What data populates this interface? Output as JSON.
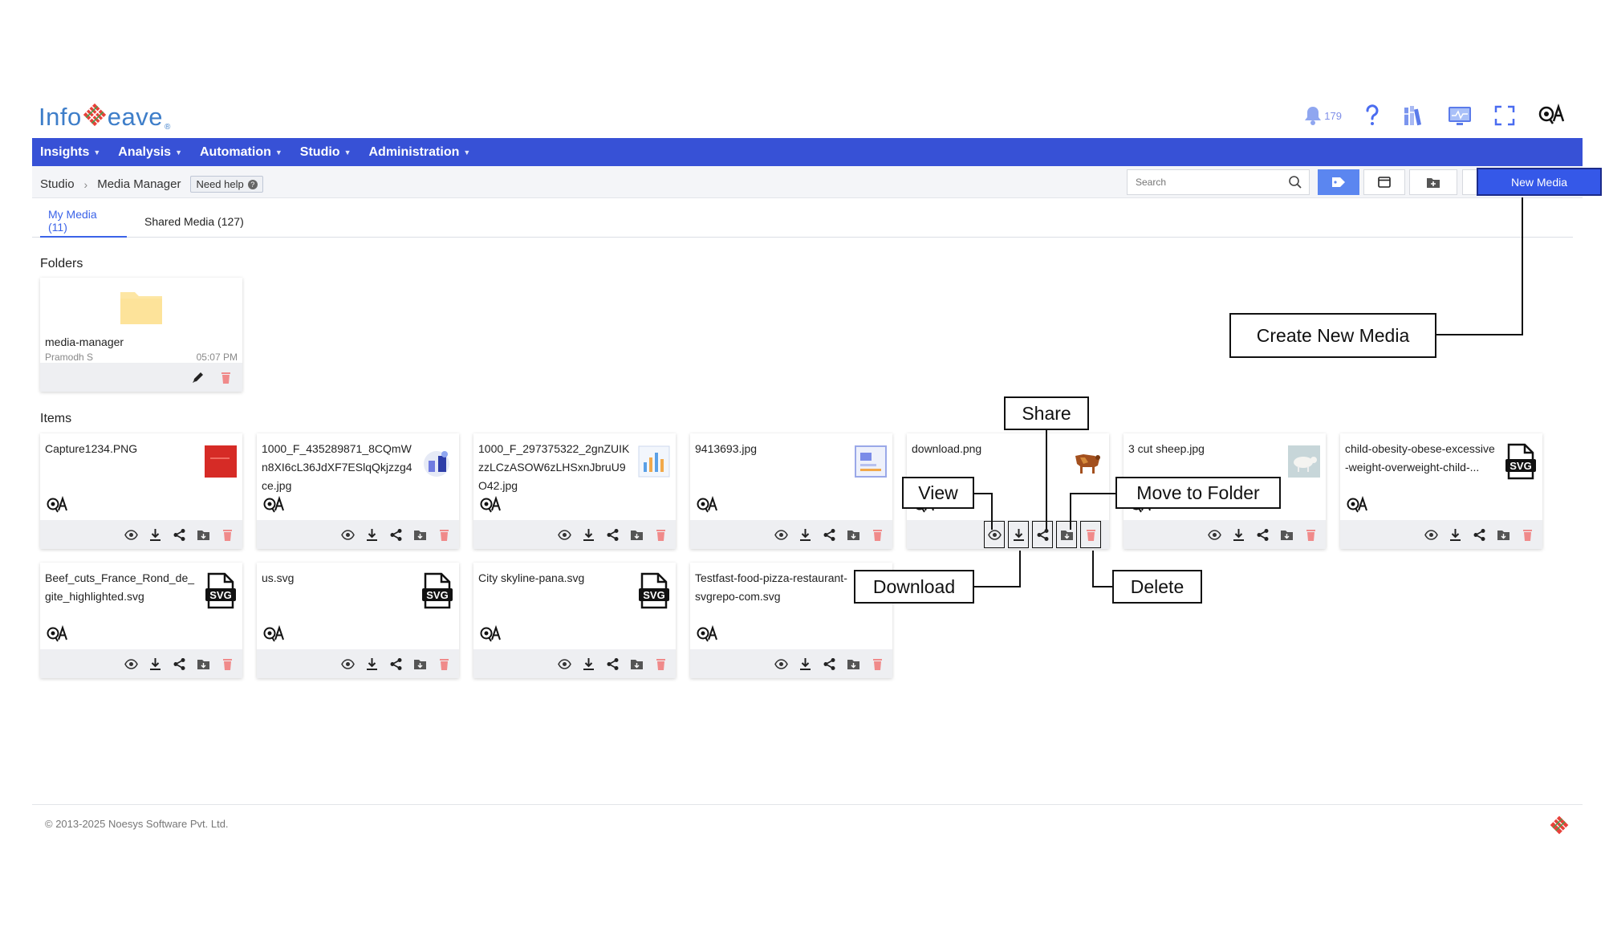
{
  "brand": {
    "logo_text_left": "Info",
    "logo_text_right": "eave",
    "reg_mark": "®"
  },
  "header": {
    "notification_count": "179"
  },
  "nav": {
    "items": [
      {
        "label": "Insights"
      },
      {
        "label": "Analysis"
      },
      {
        "label": "Automation"
      },
      {
        "label": "Studio"
      },
      {
        "label": "Administration"
      }
    ]
  },
  "breadcrumb": {
    "root": "Studio",
    "current": "Media Manager",
    "help": "Need help",
    "help_icon": "?"
  },
  "toolbar": {
    "search_placeholder": "Search",
    "new_media_label": "New Media"
  },
  "tabs": [
    {
      "label": "My Media (11)"
    },
    {
      "label": "Shared Media (127)"
    }
  ],
  "folders": {
    "title": "Folders",
    "items": [
      {
        "name": "media-manager",
        "owner": "Pramodh S",
        "time": "05:07 PM"
      }
    ]
  },
  "items": {
    "title": "Items",
    "cards": [
      {
        "name": "Capture1234.PNG",
        "thumb": "red"
      },
      {
        "name": "1000_F_435289871_8CQmWn8XI6cL36JdXF7ESlqQkjzzg4ce.jpg",
        "thumb": "illus"
      },
      {
        "name": "1000_F_297375322_2gnZUIKzzLCzASOW6zLHSxnJbruU9O42.jpg",
        "thumb": "chart"
      },
      {
        "name": "9413693.jpg",
        "thumb": "doc"
      },
      {
        "name": "download.png",
        "thumb": "cow"
      },
      {
        "name": "3 cut sheep.jpg",
        "thumb": "sheep"
      },
      {
        "name": "child-obesity-obese-excessive-weight-overweight-child-...",
        "thumb": "svg"
      },
      {
        "name": "Beef_cuts_France_Rond_de_gite_highlighted.svg",
        "thumb": "svg"
      },
      {
        "name": "us.svg",
        "thumb": "svg"
      },
      {
        "name": "City skyline-pana.svg",
        "thumb": "svg"
      },
      {
        "name": "Testfast-food-pizza-restaurant-svgrepo-com.svg",
        "thumb": "none"
      }
    ]
  },
  "callouts": {
    "share": "Share",
    "view": "View",
    "move_to_folder": "Move to Folder",
    "download": "Download",
    "delete": "Delete",
    "create_new_media": "Create New Media"
  },
  "footer": {
    "copyright": "© 2013-2025 Noesys Software Pvt. Ltd."
  },
  "colors": {
    "nav": "#3751d6",
    "accent": "#3558e8",
    "delete": "#f08a8a",
    "folder": "#fde6a4"
  }
}
